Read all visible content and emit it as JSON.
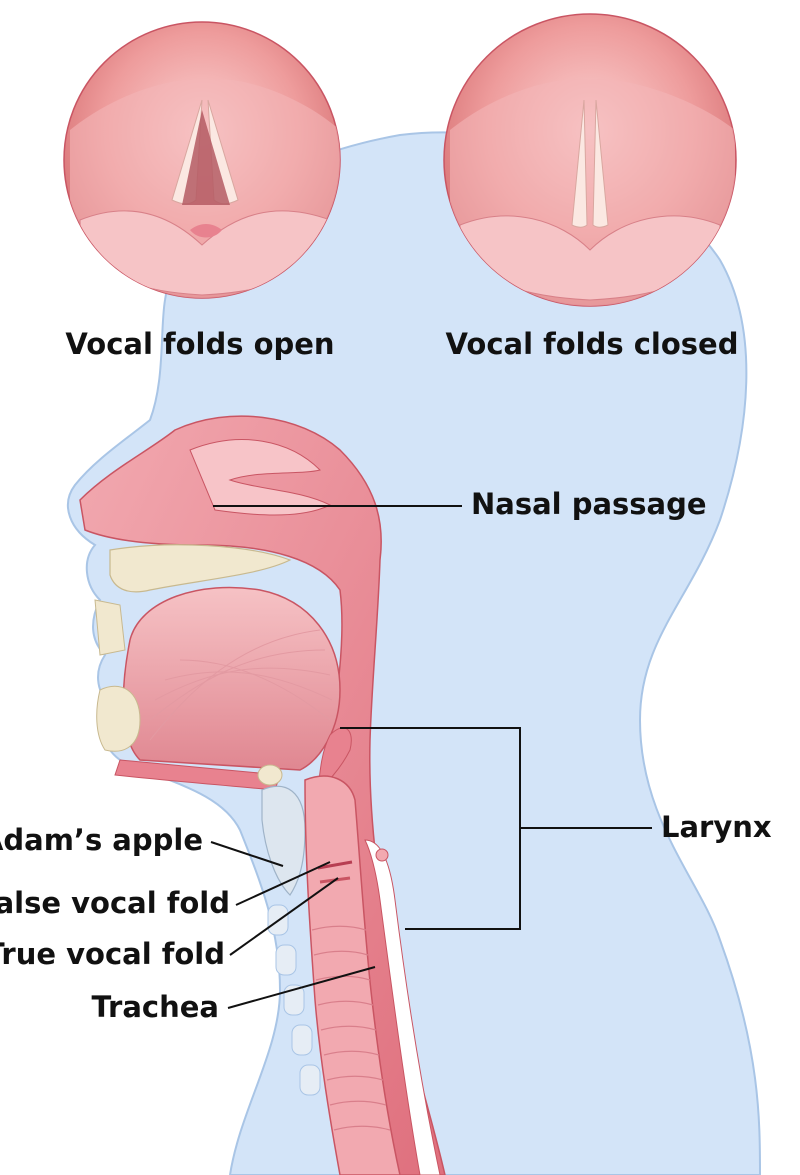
{
  "insets": {
    "open_caption": "Vocal folds open",
    "closed_caption": "Vocal folds closed"
  },
  "labels": {
    "nasal_passage": "Nasal passage",
    "larynx": "Larynx",
    "adams_apple": "Adam’s apple",
    "false_vocal_fold": "False vocal fold",
    "true_vocal_fold": "True vocal fold",
    "trachea": "Trachea"
  },
  "colors": {
    "head_fill": "#d3e4f8",
    "head_outline": "#a9c5e6",
    "tissue": "#e8828f",
    "tissue_light": "#f2a9b0",
    "tissue_dark": "#c95563",
    "bone": "#f1e8cf",
    "cartilage": "#dde6ef"
  }
}
